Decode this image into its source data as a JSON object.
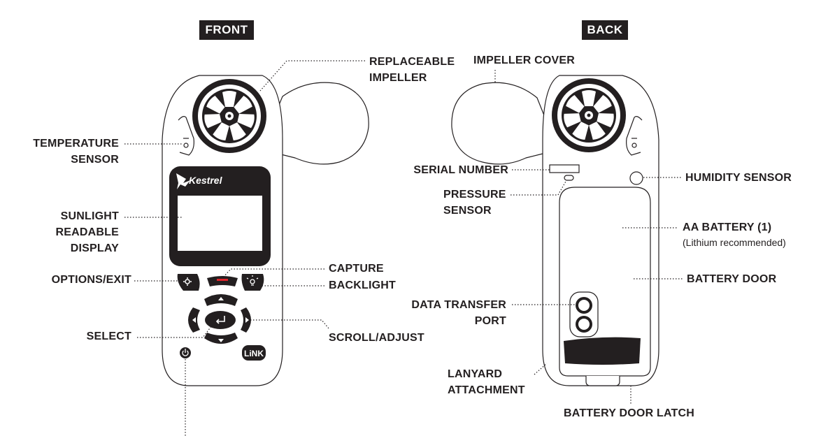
{
  "headers": {
    "front": "FRONT",
    "back": "BACK"
  },
  "brand": {
    "name": "Kestrel",
    "link_badge": "LiNK"
  },
  "front_labels": {
    "replaceable_impeller": [
      "REPLACEABLE",
      "IMPELLER"
    ],
    "temperature_sensor": [
      "TEMPERATURE",
      "SENSOR"
    ],
    "sunlight_display": [
      "SUNLIGHT",
      "READABLE",
      "DISPLAY"
    ],
    "options_exit": "OPTIONS/EXIT",
    "capture": "CAPTURE",
    "backlight": "BACKLIGHT",
    "select": "SELECT",
    "scroll_adjust": "SCROLL/ADJUST"
  },
  "back_labels": {
    "impeller_cover": "IMPELLER COVER",
    "serial_number": "SERIAL NUMBER",
    "pressure_sensor": [
      "PRESSURE",
      "SENSOR"
    ],
    "humidity_sensor": "HUMIDITY SENSOR",
    "aa_battery": "AA BATTERY (1)",
    "aa_battery_note": "(Lithium recommended)",
    "battery_door": "BATTERY DOOR",
    "data_transfer_port": [
      "DATA TRANSFER",
      "PORT"
    ],
    "lanyard_attachment": [
      "LANYARD",
      "ATTACHMENT"
    ],
    "battery_door_latch": "BATTERY DOOR LATCH"
  },
  "colors": {
    "ink": "#231f20",
    "capture_red": "#e0242b",
    "white": "#ffffff"
  },
  "icons": [
    "gear-icon",
    "lightbulb-icon",
    "up-arrow-icon",
    "down-arrow-icon",
    "left-arrow-icon",
    "right-arrow-icon",
    "enter-icon",
    "power-icon",
    "bird-logo-icon"
  ]
}
